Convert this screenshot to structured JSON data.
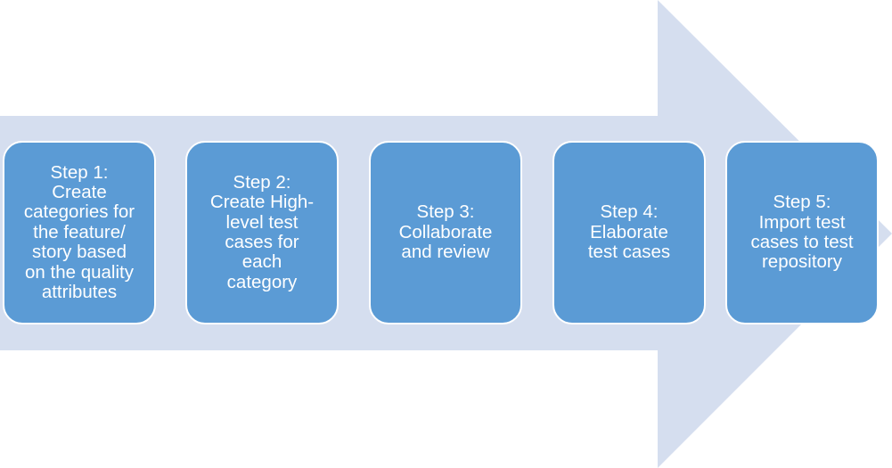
{
  "colors": {
    "arrow": "#d5deef",
    "box": "#5b9bd5",
    "box_border": "#ffffff",
    "text": "#ffffff"
  },
  "steps": [
    {
      "text": "Step 1:\nCreate\ncategories for\nthe feature/\nstory based\non the quality\nattributes"
    },
    {
      "text": "Step 2:\nCreate High-\nlevel test\ncases for\neach\ncategory"
    },
    {
      "text": "Step 3:\nCollaborate\nand review"
    },
    {
      "text": "Step 4:\nElaborate\ntest cases"
    },
    {
      "text": "Step 5:\nImport test\ncases to test\nrepository"
    }
  ]
}
